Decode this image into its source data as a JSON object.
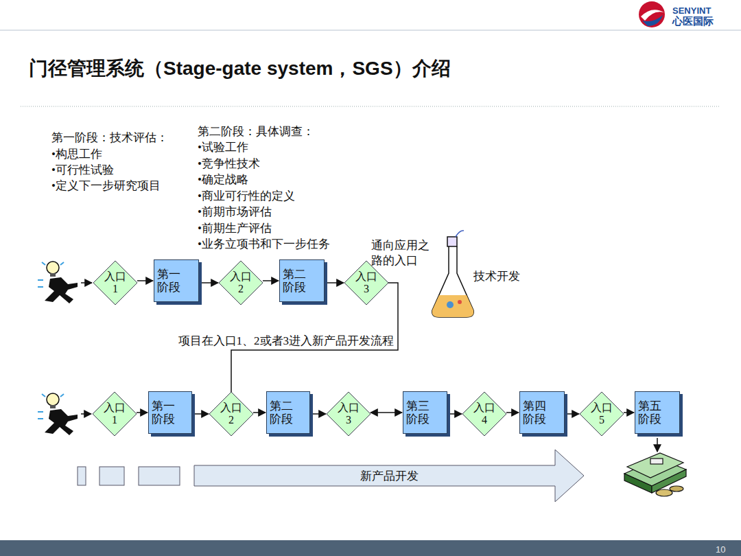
{
  "diagram": {
    "title": "门径管理系统（Stage-gate system，SGS）介绍",
    "nodes": [
      {
        "text": [
          "入口 1"
        ]
      },
      {
        "text": [
          "第一 阶段"
        ]
      },
      {
        "text": [
          "入口 2"
        ]
      },
      {
        "text": [
          "第二 阶段"
        ]
      },
      {
        "text": [
          "入口 3"
        ]
      },
      {
        "text": [
          "入口 1"
        ]
      },
      {
        "text": [
          "第一 阶段"
        ]
      },
      {
        "text": [
          "入口 2"
        ]
      },
      {
        "text": [
          "第二 阶段"
        ]
      },
      {
        "text": [
          "入口 3"
        ]
      },
      {
        "text": [
          "第三 阶段"
        ]
      },
      {
        "text": [
          "入口 4"
        ]
      },
      {
        "text": [
          "第四 阶段"
        ]
      },
      {
        "text": [
          "入口 5"
        ]
      },
      {
        "text": [
          "第五 阶段"
        ]
      },
      {
        "text": [
          "新产品开发"
        ]
      }
    ],
    "edges": [
      {
        "from": 0,
        "to": 1,
        "arrow": "to"
      },
      {
        "from": 1,
        "to": 2,
        "arrow": "to"
      },
      {
        "from": 2,
        "to": 3,
        "arrow": "to"
      },
      {
        "from": 3,
        "to": 4,
        "arrow": "to"
      },
      {
        "from": 4,
        "to": 7,
        "label": "项目在入口1、2或者3进入新产品开发流程",
        "arrow": "none"
      },
      {
        "from": 5,
        "to": 6,
        "arrow": "to"
      },
      {
        "from": 6,
        "to": 7,
        "arrow": "to"
      },
      {
        "from": 7,
        "to": 8,
        "arrow": "to"
      },
      {
        "from": 8,
        "to": 9,
        "arrow": "to"
      },
      {
        "from": 9,
        "to": 10,
        "arrow": "both"
      },
      {
        "from": 10,
        "to": 11,
        "arrow": "to"
      },
      {
        "from": 11,
        "to": 12,
        "arrow": "to"
      },
      {
        "from": 12,
        "to": 13,
        "arrow": "to"
      },
      {
        "from": 13,
        "to": 14,
        "arrow": "to"
      }
    ],
    "labels": [
      "SENYINT",
      "心医国际",
      "第一阶段：技术评估：",
      "•构思工作",
      "•可行性试验",
      "•定义下一步研究项目",
      "第二阶段：具体调查：",
      "•试验工作",
      "•竞争性技术",
      "•确定战略",
      "•商业可行性的定义",
      "•前期市场评估",
      "•前期生产评估",
      "•业务立项书和下一步任务",
      "通向应用之 路的入口",
      "技术开发",
      "10"
    ]
  }
}
